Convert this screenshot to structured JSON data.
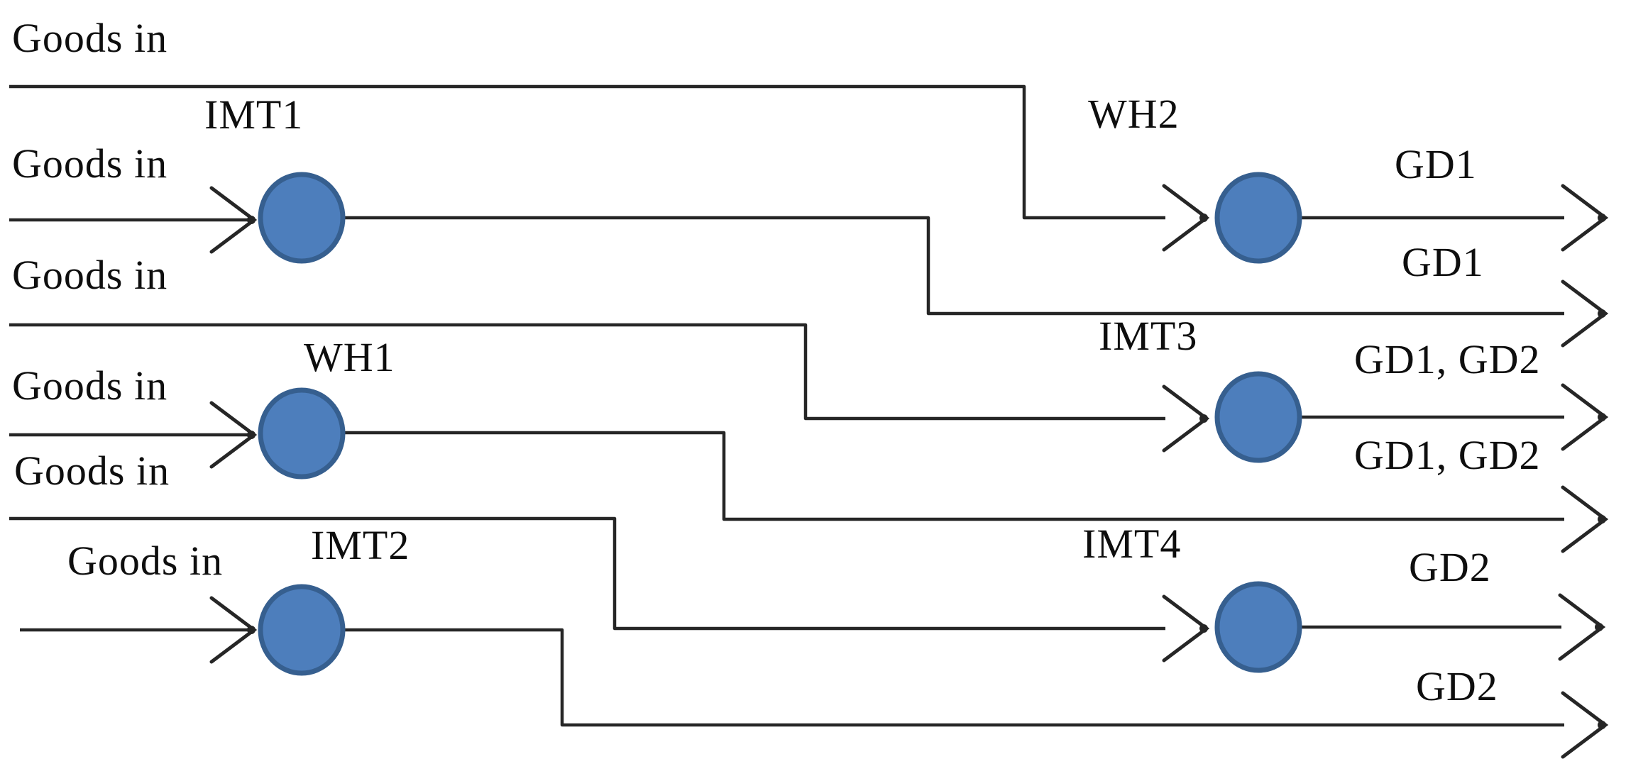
{
  "colors": {
    "node_fill": "#4d7ebc",
    "node_stroke": "#365f8f",
    "line": "#262626",
    "text": "#0e0e0e"
  },
  "diagram": {
    "inputs": [
      {
        "label": "Goods in"
      },
      {
        "label": "Goods in"
      },
      {
        "label": "Goods in"
      },
      {
        "label": "Goods in"
      },
      {
        "label": "Goods in"
      },
      {
        "label": "Goods in"
      }
    ],
    "nodes": [
      {
        "id": "IMT1",
        "label": "IMT1"
      },
      {
        "id": "WH1",
        "label": "WH1"
      },
      {
        "id": "IMT2",
        "label": "IMT2"
      },
      {
        "id": "WH2",
        "label": "WH2"
      },
      {
        "id": "IMT3",
        "label": "IMT3"
      },
      {
        "id": "IMT4",
        "label": "IMT4"
      }
    ],
    "outputs": [
      {
        "label": "GD1"
      },
      {
        "label": "GD1"
      },
      {
        "label": "GD1, GD2"
      },
      {
        "label": "GD1, GD2"
      },
      {
        "label": "GD2"
      },
      {
        "label": "GD2"
      }
    ],
    "edges": [
      {
        "from": "goods-in-1",
        "to": "WH2"
      },
      {
        "from": "goods-in-2",
        "to": "IMT1"
      },
      {
        "from": "goods-in-3",
        "to": "IMT3"
      },
      {
        "from": "goods-in-4",
        "to": "WH1"
      },
      {
        "from": "goods-in-5",
        "to": "IMT4"
      },
      {
        "from": "goods-in-6",
        "to": "IMT2"
      },
      {
        "from": "WH2",
        "to": "GD1"
      },
      {
        "from": "IMT1",
        "to": "GD1"
      },
      {
        "from": "IMT3",
        "to": "GD1, GD2"
      },
      {
        "from": "WH1",
        "to": "GD1, GD2"
      },
      {
        "from": "IMT4",
        "to": "GD2"
      },
      {
        "from": "IMT2",
        "to": "GD2"
      }
    ]
  }
}
